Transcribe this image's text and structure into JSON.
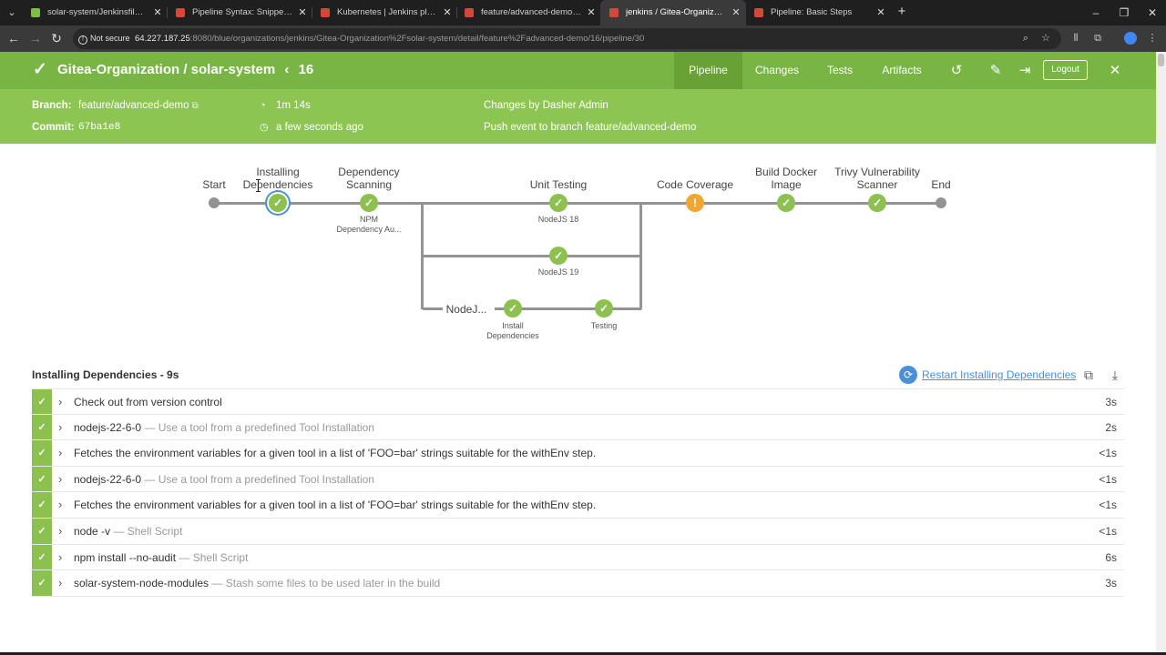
{
  "browser": {
    "tabs": [
      {
        "label": "solar-system/Jenkinsfile at feat",
        "favicon_color": "#7fbf3f"
      },
      {
        "label": "Pipeline Syntax: Snippet Genera",
        "favicon_color": "#d24939"
      },
      {
        "label": "Kubernetes | Jenkins plugin",
        "favicon_color": "#d24939"
      },
      {
        "label": "feature/advanced-demo [Gitea",
        "favicon_color": "#d24939"
      },
      {
        "label": "jenkins / Gitea-Organization/sola",
        "favicon_color": "#d24939"
      },
      {
        "label": "Pipeline: Basic Steps",
        "favicon_color": "#d24939"
      }
    ],
    "not_secure_label": "Not secure",
    "url_host": "64.227.187.25",
    "url_path": ":8080/blue/organizations/jenkins/Gitea-Organization%2Fsolar-system/detail/feature%2Fadvanced-demo/16/pipeline/30"
  },
  "header": {
    "title": "Gitea-Organization / solar-system",
    "run_number": "16",
    "nav": [
      "Pipeline",
      "Changes",
      "Tests",
      "Artifacts"
    ],
    "logout_label": "Logout"
  },
  "run_info": {
    "branch_label": "Branch:",
    "branch_value": "feature/advanced-demo",
    "commit_label": "Commit:",
    "commit_value": "67ba1e8",
    "duration": "1m 14s",
    "started": "a few seconds ago",
    "changes": "Changes by Dasher Admin",
    "cause": "Push event to branch feature/advanced-demo"
  },
  "pipeline": {
    "stages": {
      "start": "Start",
      "installing_line1": "Installing",
      "installing_line2": "Dependencies",
      "depscan_line1": "Dependency",
      "depscan_line2": "Scanning",
      "unit_testing": "Unit Testing",
      "code_coverage": "Code Coverage",
      "build_line1": "Build Docker",
      "build_line2": "Image",
      "trivy_line1": "Trivy Vulnerability",
      "trivy_line2": "Scanner",
      "end": "End"
    },
    "sub": {
      "npm_line1": "NPM",
      "npm_line2": "Dependency Au...",
      "node18": "NodeJS 18",
      "node19": "NodeJS 19",
      "nodej": "NodeJ...",
      "install_line1": "Install",
      "install_line2": "Dependencies",
      "testing": "Testing"
    }
  },
  "steps_panel": {
    "title": "Installing Dependencies - 9s",
    "restart_label": "Restart Installing Dependencies",
    "steps": [
      {
        "name": "Check out from version control",
        "desc": "",
        "duration": "3s"
      },
      {
        "name": "nodejs-22-6-0",
        "desc": "— Use a tool from a predefined Tool Installation",
        "duration": "2s"
      },
      {
        "name": "Fetches the environment variables for a given tool in a list of 'FOO=bar' strings suitable for the withEnv step.",
        "desc": "",
        "duration": "<1s"
      },
      {
        "name": "nodejs-22-6-0",
        "desc": "— Use a tool from a predefined Tool Installation",
        "duration": "<1s"
      },
      {
        "name": "Fetches the environment variables for a given tool in a list of 'FOO=bar' strings suitable for the withEnv step.",
        "desc": "",
        "duration": "<1s"
      },
      {
        "name": "node -v",
        "desc": "— Shell Script",
        "duration": "<1s"
      },
      {
        "name": "npm install --no-audit",
        "desc": "— Shell Script",
        "duration": "6s"
      },
      {
        "name": "solar-system-node-modules",
        "desc": "— Stash some files to be used later in the build",
        "duration": "3s"
      }
    ]
  },
  "colors": {
    "header_green": "#78b544",
    "subheader_green": "#8dc553",
    "success": "#8cc04f",
    "warning": "#f0a634",
    "link_blue": "#4a90d9"
  }
}
